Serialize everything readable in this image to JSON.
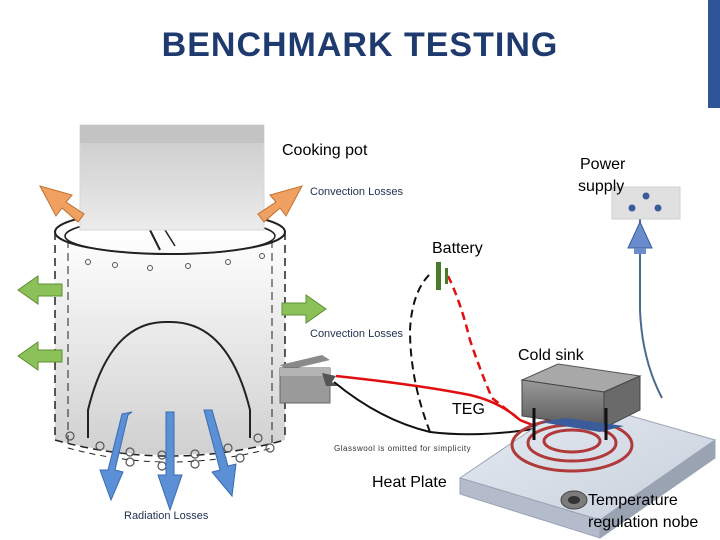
{
  "slide": {
    "title": "BENCHMARK TESTING"
  },
  "labels": {
    "cooking_pot": "Cooking pot",
    "power_supply_line1": "Power",
    "power_supply_line2": "supply",
    "battery": "Battery",
    "cold_sink": "Cold sink",
    "teg": "TEG",
    "heat_plate": "Heat Plate",
    "temperature_line1": "Temperature",
    "temperature_line2": "regulation nobe",
    "convection_losses_top": "Convection Losses",
    "convection_losses_mid": "Convection Losses",
    "radiation_losses": "Radiation Losses",
    "glasswool_note": "Glasswool is omitted for simplicity"
  },
  "colors": {
    "title": "#1f3a6e",
    "accent_bar": "#2e5597",
    "orange_arrow": "#f0a060",
    "green_arrow": "#8cc15a",
    "blue_arrow": "#5b8fd6",
    "red_wire": "#e01010",
    "coil": "#b03a3a",
    "battery": "#4a7a2a"
  }
}
